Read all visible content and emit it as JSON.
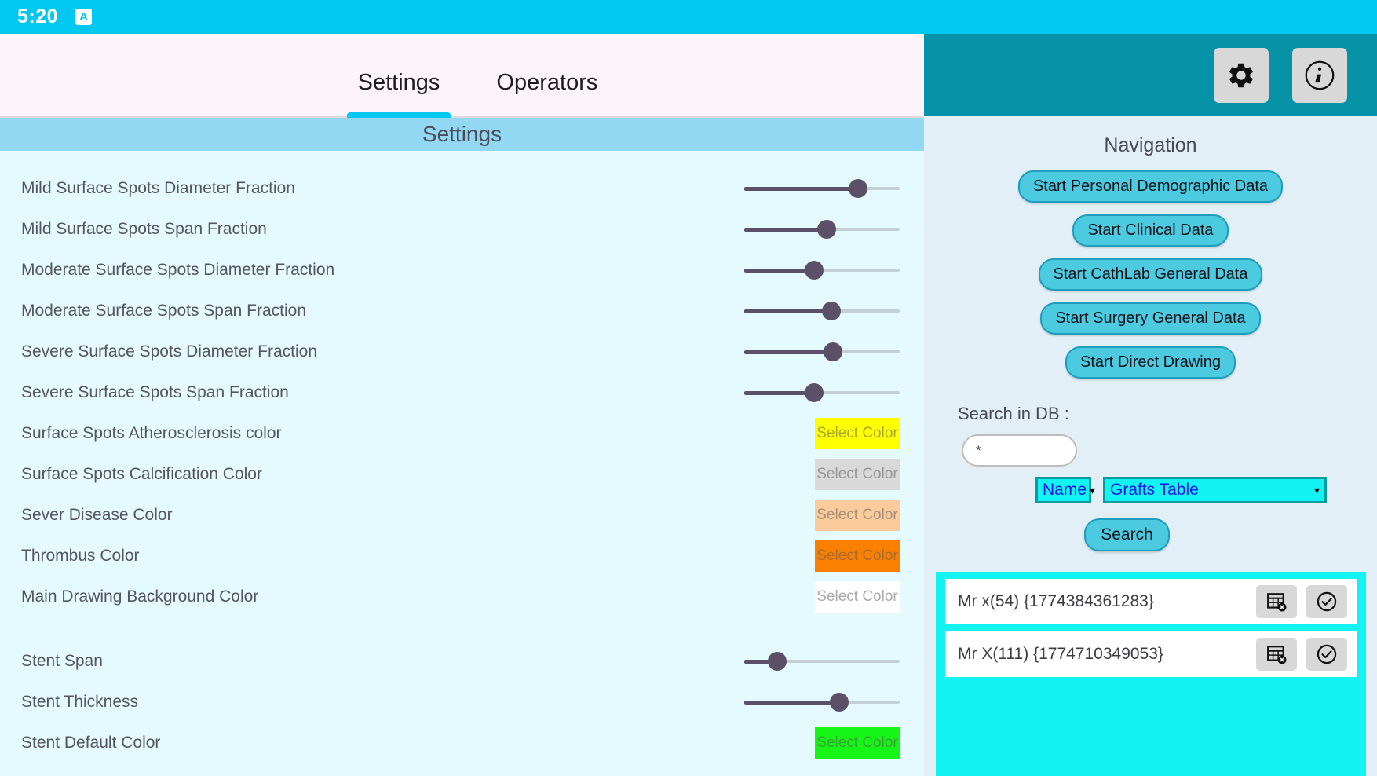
{
  "statusbar": {
    "time": "5:20",
    "notification_icon": "notification-a-icon",
    "notification_letter": "A"
  },
  "tabs": [
    {
      "label": "Settings",
      "active": true
    },
    {
      "label": "Operators",
      "active": false
    }
  ],
  "section": {
    "title": "Settings"
  },
  "settings": {
    "sliders_top": [
      {
        "label": "Mild Surface Spots Diameter Fraction",
        "value": 73
      },
      {
        "label": "Mild Surface Spots Span Fraction",
        "value": 53
      },
      {
        "label": "Moderate Surface Spots Diameter Fraction",
        "value": 45
      },
      {
        "label": "Moderate Surface Spots Span Fraction",
        "value": 56
      },
      {
        "label": "Severe Surface Spots Diameter Fraction",
        "value": 57
      },
      {
        "label": "Severe Surface Spots Span Fraction",
        "value": 45
      }
    ],
    "colors": [
      {
        "label": "Surface Spots Atherosclerosis color",
        "button_label": "Select Color",
        "color": "#FFFF00"
      },
      {
        "label": "Surface Spots Calcification Color",
        "button_label": "Select Color",
        "color": "#D9D9D9"
      },
      {
        "label": "Sever Disease Color",
        "button_label": "Select Color",
        "color": "#FBCB9B"
      },
      {
        "label": "Thrombus Color",
        "button_label": "Select Color",
        "color": "#FC8000"
      },
      {
        "label": "Main Drawing Background Color",
        "button_label": "Select Color",
        "color": "#FFFFFF"
      }
    ],
    "stent": {
      "sliders": [
        {
          "label": "Stent Span",
          "value": 21
        },
        {
          "label": "Stent Thickness",
          "value": 61
        }
      ],
      "color": {
        "label": "Stent Default Color",
        "button_label": "Select Color",
        "color": "#16F516"
      }
    }
  },
  "right": {
    "header": {
      "gear_icon": "gear-icon",
      "info_icon": "info-icon"
    },
    "navigation": {
      "title": "Navigation",
      "buttons": [
        "Start Personal Demographic Data",
        "Start Clinical Data",
        "Start CathLab General Data",
        "Start Surgery General Data",
        "Start Direct Drawing"
      ]
    },
    "search": {
      "label": "Search in DB :",
      "input_value": "*",
      "input_placeholder": "*",
      "field_select": {
        "value": "Name"
      },
      "table_select": {
        "value": "Grafts Table"
      },
      "button_label": "Search"
    },
    "results": [
      {
        "text": "Mr x(54) {1774384361283}",
        "delete_icon": "table-delete-icon",
        "confirm_icon": "check-circle-icon"
      },
      {
        "text": "Mr X(111) {1774710349053}",
        "delete_icon": "table-delete-icon",
        "confirm_icon": "check-circle-icon"
      }
    ]
  },
  "colors": {
    "accent_cyan": "#00C8F0",
    "teal_header": "#0693A8",
    "section_band": "#93D8F2",
    "left_bg": "#E4FAFC",
    "right_bg": "#E3EFF6",
    "nav_btn": "#4CCADF",
    "results_frame": "#12F4F4",
    "slider_fill": "#5B5068"
  }
}
